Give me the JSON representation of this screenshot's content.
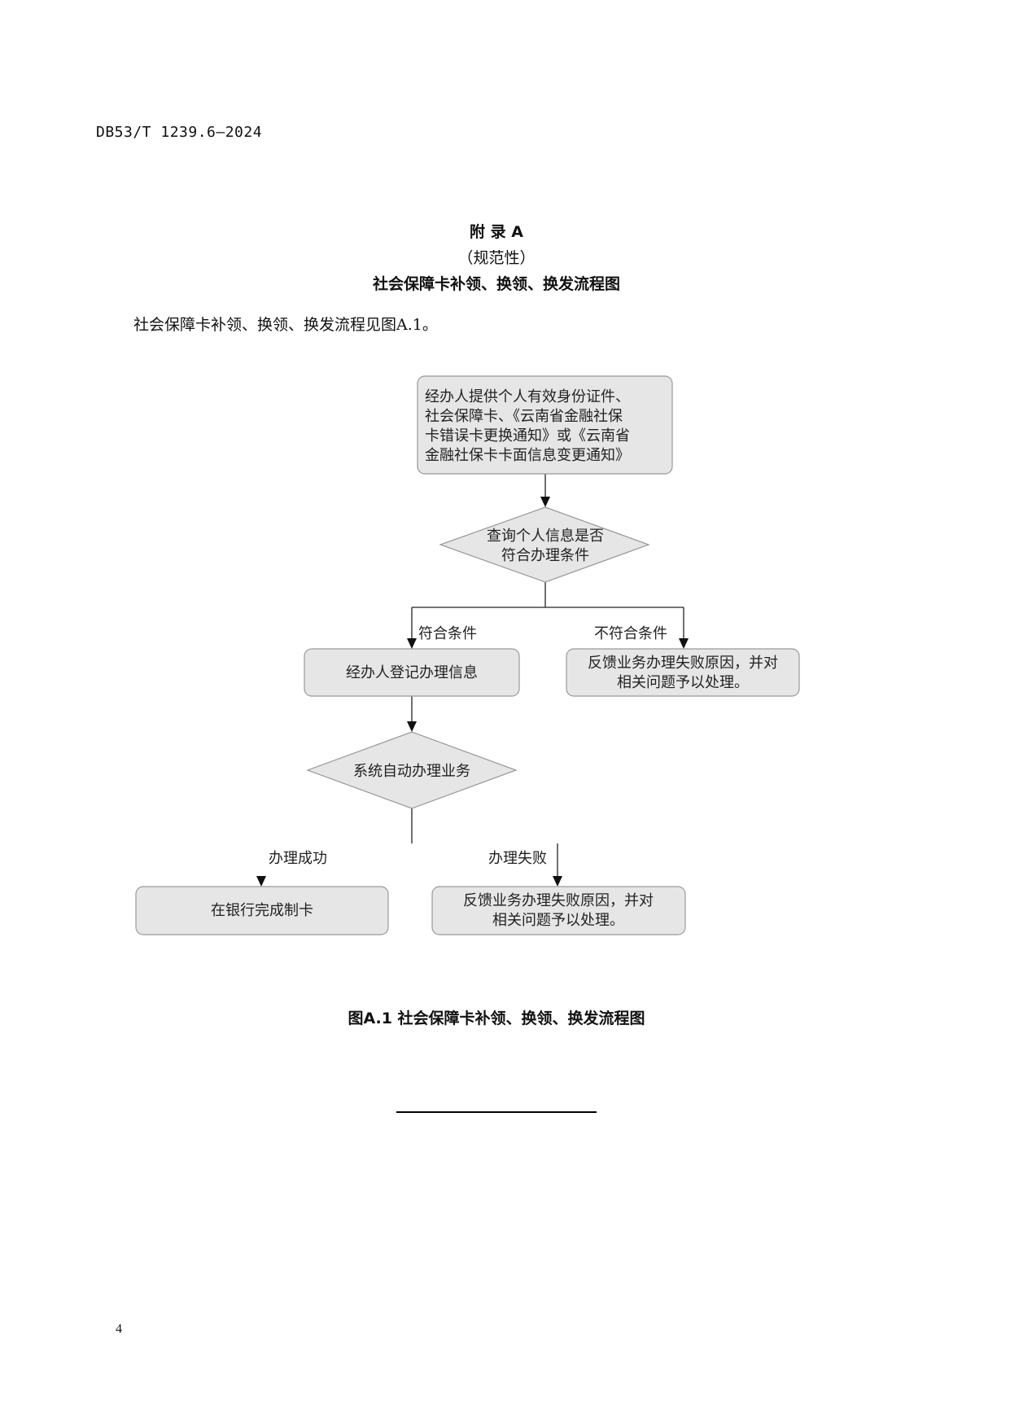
{
  "header": {
    "doc_code": "DB53/T 1239.6—2024"
  },
  "appendix": {
    "label": "附  录   A",
    "nature": "（规范性）",
    "title": "社会保障卡补领、换领、换发流程图"
  },
  "body": {
    "text": "社会保障卡补领、换领、换发流程见图A.1。"
  },
  "flowchart": {
    "start_lines": [
      "经办人提供个人有效身份证件、",
      "社会保障卡、《云南省金融社保",
      "卡错误卡更换通知》或《云南省",
      "金融社保卡卡面信息变更通知》"
    ],
    "decision1_lines": [
      "查询个人信息是否",
      "符合办理条件"
    ],
    "yes_label": "符合条件",
    "no_label": "不符合条件",
    "register": "经办人登记办理信息",
    "fail1_lines": [
      "反馈业务办理失败原因，并对",
      "相关问题予以处理。"
    ],
    "decision2": "系统自动办理业务",
    "success_label": "办理成功",
    "failure_label": "办理失败",
    "success_box": "在银行完成制卡",
    "fail2_lines": [
      "反馈业务办理失败原因，并对",
      "相关问题予以处理。"
    ]
  },
  "caption": "图A.1   社会保障卡补领、换领、换发流程图",
  "page_number": "4"
}
